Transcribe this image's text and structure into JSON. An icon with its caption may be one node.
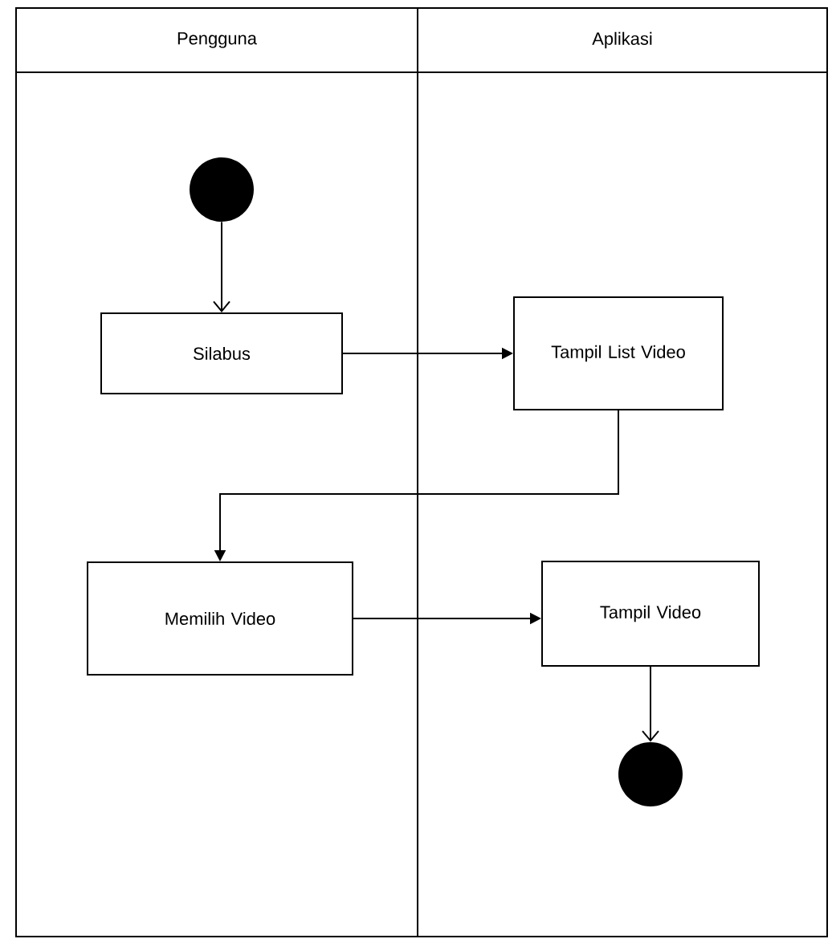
{
  "diagram": {
    "nodes": [
      {
        "text": [
          "Pengguna"
        ]
      },
      {
        "text": [
          "Aplikasi"
        ]
      },
      {
        "text": [],
        "shape": "circle",
        "in": 0
      },
      {
        "text": [
          "Silabus"
        ],
        "in": 0
      },
      {
        "text": [
          "Tampil List Video"
        ],
        "in": 1
      },
      {
        "text": [
          "Memilih Video"
        ],
        "in": 0
      },
      {
        "text": [
          "Tampil Video"
        ],
        "in": 1
      },
      {
        "text": [],
        "shape": "circle",
        "in": 1
      }
    ],
    "edges": [
      {
        "from": 2,
        "to": 3,
        "arrow": "to"
      },
      {
        "from": 3,
        "to": 4,
        "arrow": "to"
      },
      {
        "from": 4,
        "to": 5,
        "arrow": "to"
      },
      {
        "from": 5,
        "to": 6,
        "arrow": "to"
      },
      {
        "from": 6,
        "to": 7,
        "arrow": "to"
      }
    ]
  }
}
